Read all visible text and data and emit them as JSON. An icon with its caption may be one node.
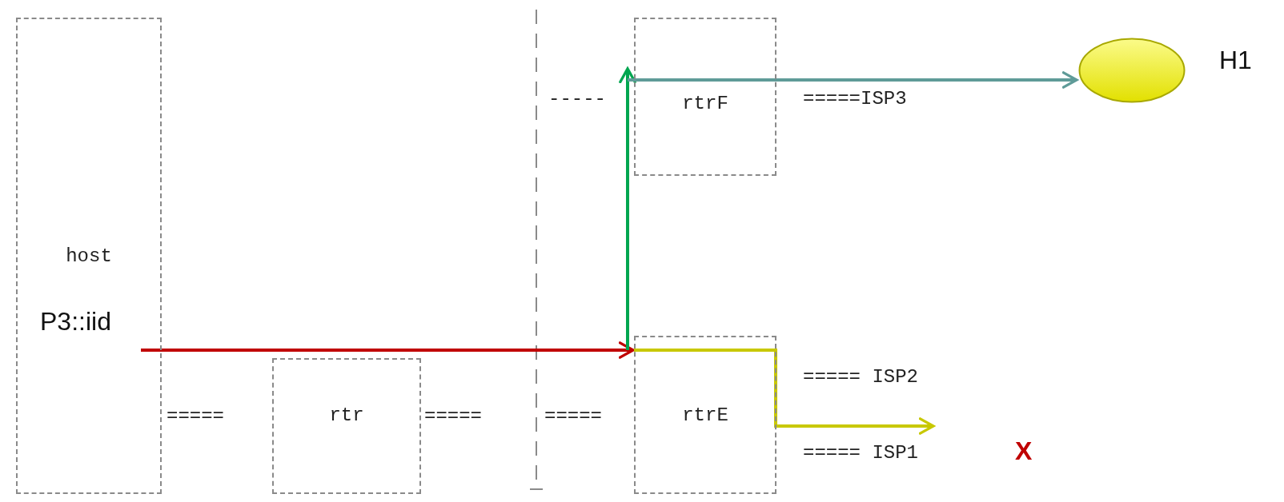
{
  "diagram": {
    "nodes": [
      {
        "text": [
          "host",
          "P3::iid"
        ]
      },
      {
        "text": [
          "rtr"
        ]
      },
      {
        "text": [
          "rtrE"
        ]
      },
      {
        "text": [
          "rtrF"
        ]
      },
      {
        "text": [],
        "shape": "circle",
        "beside": [
          "H1"
        ]
      }
    ],
    "edges": [
      {
        "from": 0,
        "to": 2,
        "arrow": "to",
        "color": "#c00000"
      },
      {
        "from": 2,
        "to": 3,
        "arrow": "to",
        "color": "#00a650"
      },
      {
        "from": 3,
        "to": 4,
        "arrow": "to",
        "color": "#5f9b98"
      },
      {
        "from": 2,
        "to": null,
        "arrow": "to",
        "color": "#c8c800"
      }
    ],
    "labels": [
      "-----",
      "=====ISP3",
      "=====",
      "=====",
      "=====",
      "===== ISP2",
      "===== ISP1",
      "X"
    ]
  }
}
